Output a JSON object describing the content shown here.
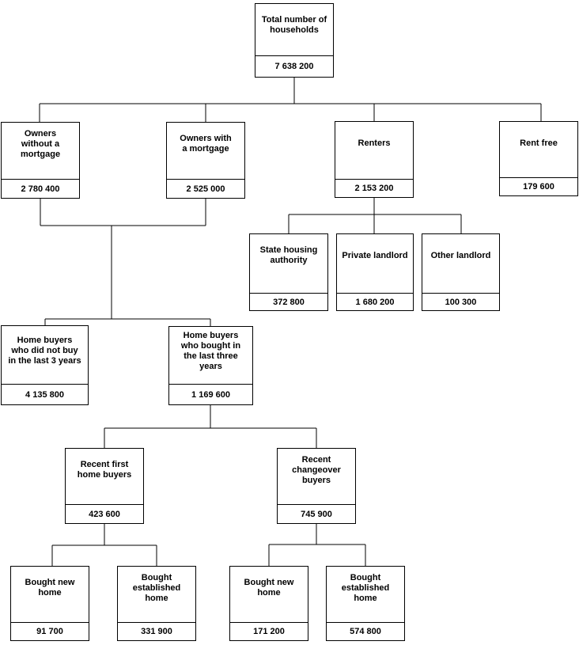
{
  "diagram": {
    "type": "tree",
    "background_color": "#ffffff",
    "line_color": "#000000",
    "text_color": "#000000"
  },
  "nodes": [
    {
      "id": "total-households",
      "label": "Total number of\nhouseholds",
      "value": "7 638 200"
    },
    {
      "id": "owners-without-mortgage",
      "label": "Owners\nwithout a\nmortgage",
      "value": "2 780 400"
    },
    {
      "id": "owners-with-mortgage",
      "label": "Owners with\na mortgage",
      "value": "2 525 000"
    },
    {
      "id": "renters",
      "label": "Renters",
      "value": "2 153 200"
    },
    {
      "id": "rent-free",
      "label": "Rent free",
      "value": "179 600"
    },
    {
      "id": "state-housing-authority",
      "label": "State housing\nauthority",
      "value": "372 800"
    },
    {
      "id": "private-landlord",
      "label": "Private landlord",
      "value": "1 680 200"
    },
    {
      "id": "other-landlord",
      "label": "Other landlord",
      "value": "100 300"
    },
    {
      "id": "home-buyers-not-last-3-years",
      "label": "Home buyers\nwho did not buy\nin the last 3 years",
      "value": "4 135 800"
    },
    {
      "id": "home-buyers-last-3-years",
      "label": "Home buyers\nwho bought in\nthe last three\nyears",
      "value": "1 169 600"
    },
    {
      "id": "recent-first-home-buyers",
      "label": "Recent first\nhome buyers",
      "value": "423 600"
    },
    {
      "id": "recent-changeover-buyers",
      "label": "Recent\nchangeover\nbuyers",
      "value": "745 900"
    },
    {
      "id": "first-bought-new-home",
      "label": "Bought new\nhome",
      "value": "91 700"
    },
    {
      "id": "first-bought-established-home",
      "label": "Bought\nestablished\nhome",
      "value": "331 900"
    },
    {
      "id": "changeover-bought-new-home",
      "label": "Bought new\nhome",
      "value": "171 200"
    },
    {
      "id": "changeover-bought-established-home",
      "label": "Bought\nestablished\nhome",
      "value": "574 800"
    }
  ],
  "edges": [
    {
      "from": [
        "total-households"
      ],
      "to": [
        "owners-without-mortgage",
        "owners-with-mortgage",
        "renters",
        "rent-free"
      ]
    },
    {
      "from": [
        "renters"
      ],
      "to": [
        "state-housing-authority",
        "private-landlord",
        "other-landlord"
      ]
    },
    {
      "from": [
        "owners-without-mortgage",
        "owners-with-mortgage"
      ],
      "to": [
        "home-buyers-not-last-3-years",
        "home-buyers-last-3-years"
      ]
    },
    {
      "from": [
        "home-buyers-last-3-years"
      ],
      "to": [
        "recent-first-home-buyers",
        "recent-changeover-buyers"
      ]
    },
    {
      "from": [
        "recent-first-home-buyers"
      ],
      "to": [
        "first-bought-new-home",
        "first-bought-established-home"
      ]
    },
    {
      "from": [
        "recent-changeover-buyers"
      ],
      "to": [
        "changeover-bought-new-home",
        "changeover-bought-established-home"
      ]
    }
  ]
}
